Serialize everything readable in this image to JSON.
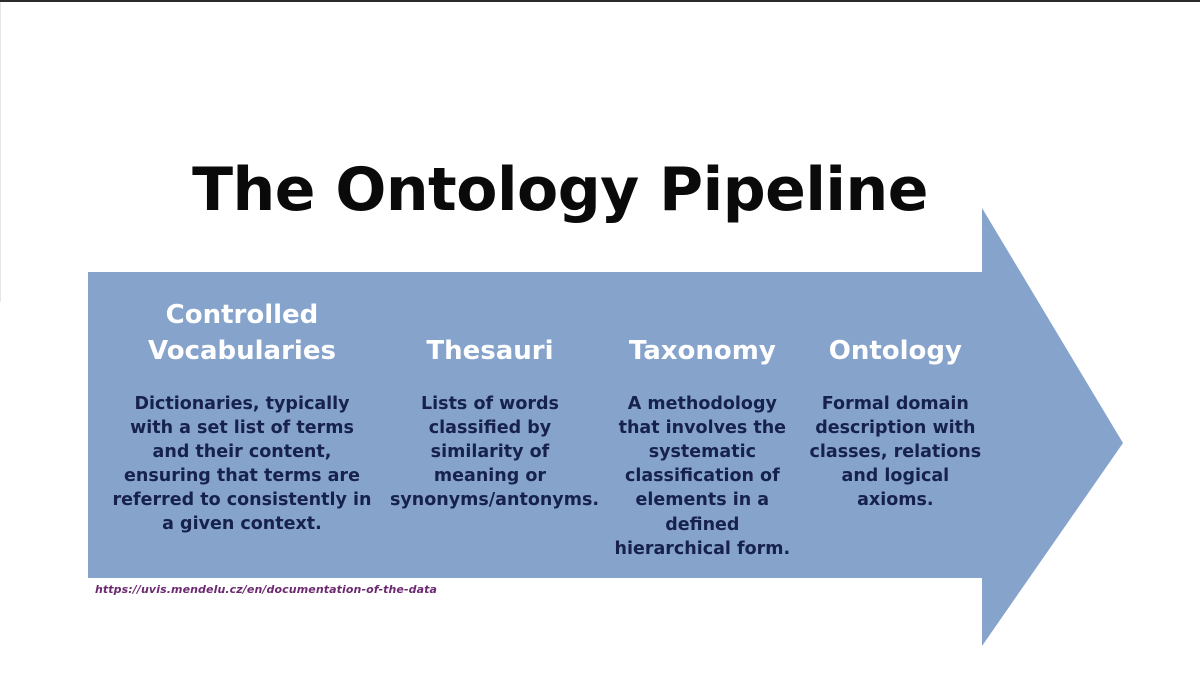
{
  "slide": {
    "title": "The Ontology Pipeline",
    "background_color": "#ffffff",
    "arrow_color": "#86A3CC",
    "heading_color": "#ffffff",
    "body_color": "#16224C",
    "url_color": "#6B2A70"
  },
  "stages": [
    {
      "heading": "Controlled Vocabularies",
      "body": "Dictionaries, typically with a set list of terms and their content, ensuring that terms are referred to consistently in a given context."
    },
    {
      "heading": "Thesauri",
      "body": "Lists of words classified by similarity of meaning or synonyms/antonyms."
    },
    {
      "heading": "Taxonomy",
      "body": "A methodology that involves the systematic classification of elements in a defined hierarchical form."
    },
    {
      "heading": "Ontology",
      "body": "Formal domain description with classes, relations and logical axioms."
    }
  ],
  "source": {
    "url": "https://uvis.mendelu.cz/en/documentation-of-the-data"
  }
}
